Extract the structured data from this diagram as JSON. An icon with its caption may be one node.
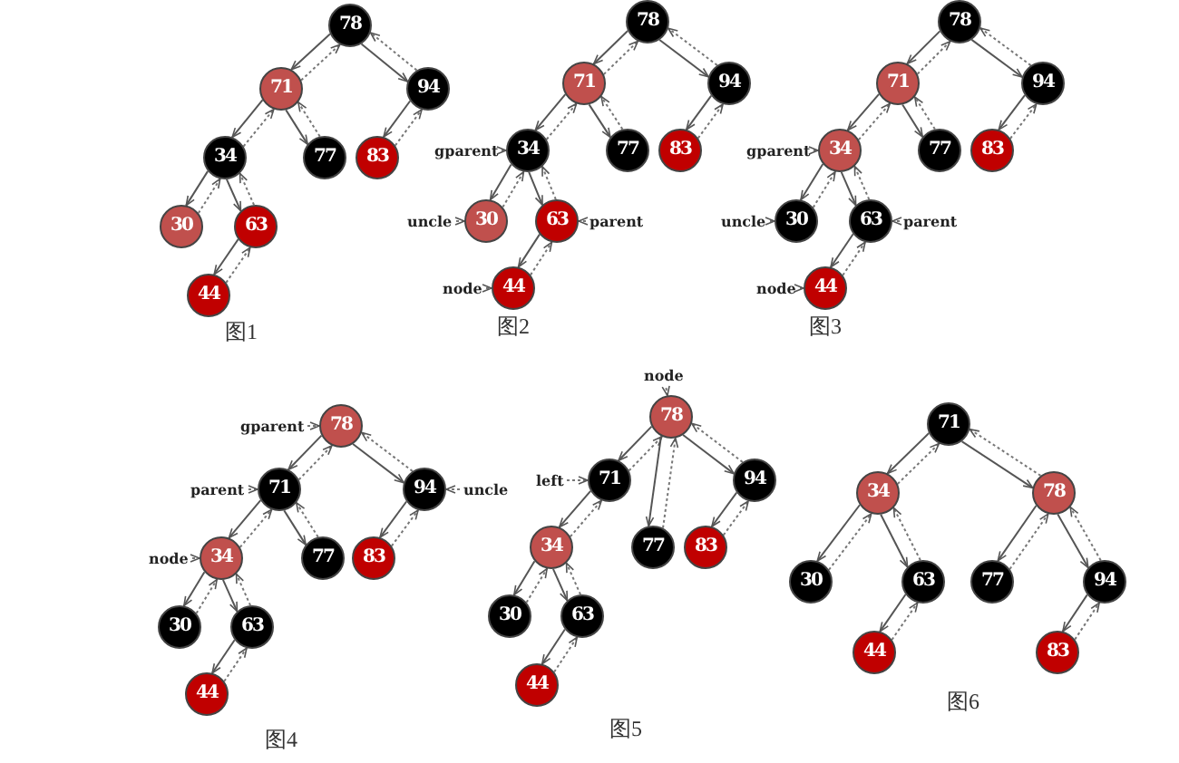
{
  "diagram": {
    "nodes": [
      {
        "text": [
          "78"
        ]
      },
      {
        "text": [
          "71"
        ]
      },
      {
        "text": [
          "94"
        ]
      },
      {
        "text": [
          "34"
        ]
      },
      {
        "text": [
          "77"
        ]
      },
      {
        "text": [
          "83"
        ]
      },
      {
        "text": [
          "30"
        ]
      },
      {
        "text": [
          "63"
        ]
      },
      {
        "text": [
          "44"
        ]
      },
      {
        "text": [
          "78"
        ]
      },
      {
        "text": [
          "71"
        ]
      },
      {
        "text": [
          "94"
        ]
      },
      {
        "text": [
          "34"
        ]
      },
      {
        "text": [
          "77"
        ]
      },
      {
        "text": [
          "83"
        ]
      },
      {
        "text": [
          "30"
        ]
      },
      {
        "text": [
          "63"
        ]
      },
      {
        "text": [
          "44"
        ]
      },
      {
        "text": [
          "gparent"
        ]
      },
      {
        "text": [
          "uncle"
        ]
      },
      {
        "text": [
          "parent"
        ]
      },
      {
        "text": [
          "node"
        ]
      },
      {
        "text": [
          "78"
        ]
      },
      {
        "text": [
          "71"
        ]
      },
      {
        "text": [
          "94"
        ]
      },
      {
        "text": [
          "34"
        ]
      },
      {
        "text": [
          "77"
        ]
      },
      {
        "text": [
          "83"
        ]
      },
      {
        "text": [
          "30"
        ]
      },
      {
        "text": [
          "63"
        ]
      },
      {
        "text": [
          "44"
        ]
      },
      {
        "text": [
          "gparent"
        ]
      },
      {
        "text": [
          "uncle"
        ]
      },
      {
        "text": [
          "parent"
        ]
      },
      {
        "text": [
          "node"
        ]
      },
      {
        "text": [
          "78"
        ]
      },
      {
        "text": [
          "71"
        ]
      },
      {
        "text": [
          "94"
        ]
      },
      {
        "text": [
          "34"
        ]
      },
      {
        "text": [
          "77"
        ]
      },
      {
        "text": [
          "83"
        ]
      },
      {
        "text": [
          "30"
        ]
      },
      {
        "text": [
          "63"
        ]
      },
      {
        "text": [
          "44"
        ]
      },
      {
        "text": [
          "gparent"
        ]
      },
      {
        "text": [
          "parent"
        ]
      },
      {
        "text": [
          "uncle"
        ]
      },
      {
        "text": [
          "node"
        ]
      },
      {
        "text": [
          "78"
        ]
      },
      {
        "text": [
          "71"
        ]
      },
      {
        "text": [
          "94"
        ]
      },
      {
        "text": [
          "34"
        ]
      },
      {
        "text": [
          "77"
        ]
      },
      {
        "text": [
          "83"
        ]
      },
      {
        "text": [
          "30"
        ]
      },
      {
        "text": [
          "63"
        ]
      },
      {
        "text": [
          "44"
        ]
      },
      {
        "text": [
          "node"
        ]
      },
      {
        "text": [
          "left"
        ]
      },
      {
        "text": [
          "71"
        ]
      },
      {
        "text": [
          "34"
        ]
      },
      {
        "text": [
          "78"
        ]
      },
      {
        "text": [
          "30"
        ]
      },
      {
        "text": [
          "63"
        ]
      },
      {
        "text": [
          "77"
        ]
      },
      {
        "text": [
          "94"
        ]
      },
      {
        "text": [
          "44"
        ]
      },
      {
        "text": [
          "83"
        ]
      }
    ],
    "edges": [
      {
        "from": 0,
        "to": 1,
        "arrow": "to"
      },
      {
        "from": 1,
        "to": 0,
        "arrow": "to",
        "style": "dashed"
      },
      {
        "from": 0,
        "to": 2,
        "arrow": "to"
      },
      {
        "from": 2,
        "to": 0,
        "arrow": "to",
        "style": "dashed"
      },
      {
        "from": 1,
        "to": 3,
        "arrow": "to"
      },
      {
        "from": 3,
        "to": 1,
        "arrow": "to",
        "style": "dashed"
      },
      {
        "from": 1,
        "to": 4,
        "arrow": "to"
      },
      {
        "from": 4,
        "to": 1,
        "arrow": "to",
        "style": "dashed"
      },
      {
        "from": 2,
        "to": 5,
        "arrow": "to"
      },
      {
        "from": 5,
        "to": 2,
        "arrow": "to",
        "style": "dashed"
      },
      {
        "from": 3,
        "to": 6,
        "arrow": "to"
      },
      {
        "from": 6,
        "to": 3,
        "arrow": "to",
        "style": "dashed"
      },
      {
        "from": 3,
        "to": 7,
        "arrow": "to"
      },
      {
        "from": 7,
        "to": 3,
        "arrow": "to",
        "style": "dashed"
      },
      {
        "from": 7,
        "to": 8,
        "arrow": "to"
      },
      {
        "from": 8,
        "to": 7,
        "arrow": "to",
        "style": "dashed"
      },
      {
        "from": 9,
        "to": 10,
        "arrow": "to"
      },
      {
        "from": 10,
        "to": 9,
        "arrow": "to",
        "style": "dashed"
      },
      {
        "from": 9,
        "to": 11,
        "arrow": "to"
      },
      {
        "from": 11,
        "to": 9,
        "arrow": "to",
        "style": "dashed"
      },
      {
        "from": 10,
        "to": 12,
        "arrow": "to"
      },
      {
        "from": 12,
        "to": 10,
        "arrow": "to",
        "style": "dashed"
      },
      {
        "from": 10,
        "to": 13,
        "arrow": "to"
      },
      {
        "from": 13,
        "to": 10,
        "arrow": "to",
        "style": "dashed"
      },
      {
        "from": 11,
        "to": 14,
        "arrow": "to"
      },
      {
        "from": 14,
        "to": 11,
        "arrow": "to",
        "style": "dashed"
      },
      {
        "from": 12,
        "to": 15,
        "arrow": "to"
      },
      {
        "from": 15,
        "to": 12,
        "arrow": "to",
        "style": "dashed"
      },
      {
        "from": 12,
        "to": 16,
        "arrow": "to"
      },
      {
        "from": 16,
        "to": 12,
        "arrow": "to",
        "style": "dashed"
      },
      {
        "from": 16,
        "to": 17,
        "arrow": "to"
      },
      {
        "from": 17,
        "to": 16,
        "arrow": "to",
        "style": "dashed"
      },
      {
        "from": 18,
        "to": 12,
        "arrow": "to",
        "style": "dashed"
      },
      {
        "from": 19,
        "to": 15,
        "arrow": "to",
        "style": "dashed"
      },
      {
        "from": 20,
        "to": 16,
        "arrow": "to",
        "style": "dashed"
      },
      {
        "from": 21,
        "to": 17,
        "arrow": "to",
        "style": "dashed"
      },
      {
        "from": 22,
        "to": 23,
        "arrow": "to"
      },
      {
        "from": 23,
        "to": 22,
        "arrow": "to",
        "style": "dashed"
      },
      {
        "from": 22,
        "to": 24,
        "arrow": "to"
      },
      {
        "from": 24,
        "to": 22,
        "arrow": "to",
        "style": "dashed"
      },
      {
        "from": 23,
        "to": 25,
        "arrow": "to"
      },
      {
        "from": 25,
        "to": 23,
        "arrow": "to",
        "style": "dashed"
      },
      {
        "from": 23,
        "to": 26,
        "arrow": "to"
      },
      {
        "from": 26,
        "to": 23,
        "arrow": "to",
        "style": "dashed"
      },
      {
        "from": 24,
        "to": 27,
        "arrow": "to"
      },
      {
        "from": 27,
        "to": 24,
        "arrow": "to",
        "style": "dashed"
      },
      {
        "from": 25,
        "to": 28,
        "arrow": "to"
      },
      {
        "from": 28,
        "to": 25,
        "arrow": "to",
        "style": "dashed"
      },
      {
        "from": 25,
        "to": 29,
        "arrow": "to"
      },
      {
        "from": 29,
        "to": 25,
        "arrow": "to",
        "style": "dashed"
      },
      {
        "from": 29,
        "to": 30,
        "arrow": "to"
      },
      {
        "from": 30,
        "to": 29,
        "arrow": "to",
        "style": "dashed"
      },
      {
        "from": 31,
        "to": 25,
        "arrow": "to",
        "style": "dashed"
      },
      {
        "from": 32,
        "to": 28,
        "arrow": "to",
        "style": "dashed"
      },
      {
        "from": 33,
        "to": 29,
        "arrow": "to",
        "style": "dashed"
      },
      {
        "from": 34,
        "to": 30,
        "arrow": "to",
        "style": "dashed"
      },
      {
        "from": 35,
        "to": 36,
        "arrow": "to"
      },
      {
        "from": 36,
        "to": 35,
        "arrow": "to",
        "style": "dashed"
      },
      {
        "from": 35,
        "to": 37,
        "arrow": "to"
      },
      {
        "from": 37,
        "to": 35,
        "arrow": "to",
        "style": "dashed"
      },
      {
        "from": 36,
        "to": 38,
        "arrow": "to"
      },
      {
        "from": 38,
        "to": 36,
        "arrow": "to",
        "style": "dashed"
      },
      {
        "from": 36,
        "to": 39,
        "arrow": "to"
      },
      {
        "from": 39,
        "to": 36,
        "arrow": "to",
        "style": "dashed"
      },
      {
        "from": 37,
        "to": 40,
        "arrow": "to"
      },
      {
        "from": 40,
        "to": 37,
        "arrow": "to",
        "style": "dashed"
      },
      {
        "from": 38,
        "to": 41,
        "arrow": "to"
      },
      {
        "from": 41,
        "to": 38,
        "arrow": "to",
        "style": "dashed"
      },
      {
        "from": 38,
        "to": 42,
        "arrow": "to"
      },
      {
        "from": 42,
        "to": 38,
        "arrow": "to",
        "style": "dashed"
      },
      {
        "from": 42,
        "to": 43,
        "arrow": "to"
      },
      {
        "from": 43,
        "to": 42,
        "arrow": "to",
        "style": "dashed"
      },
      {
        "from": 44,
        "to": 35,
        "arrow": "to",
        "style": "dashed"
      },
      {
        "from": 45,
        "to": 36,
        "arrow": "to",
        "style": "dashed"
      },
      {
        "from": 46,
        "to": 37,
        "arrow": "to",
        "style": "dashed"
      },
      {
        "from": 47,
        "to": 38,
        "arrow": "to",
        "style": "dashed"
      },
      {
        "from": 48,
        "to": 49,
        "arrow": "to"
      },
      {
        "from": 49,
        "to": 48,
        "arrow": "to",
        "style": "dashed"
      },
      {
        "from": 48,
        "to": 52,
        "arrow": "to"
      },
      {
        "from": 52,
        "to": 48,
        "arrow": "to",
        "style": "dashed"
      },
      {
        "from": 48,
        "to": 50,
        "arrow": "to"
      },
      {
        "from": 50,
        "to": 48,
        "arrow": "to",
        "style": "dashed"
      },
      {
        "from": 50,
        "to": 53,
        "arrow": "to"
      },
      {
        "from": 53,
        "to": 50,
        "arrow": "to",
        "style": "dashed"
      },
      {
        "from": 49,
        "to": 51,
        "arrow": "to"
      },
      {
        "from": 51,
        "to": 49,
        "arrow": "to",
        "style": "dashed"
      },
      {
        "from": 51,
        "to": 54,
        "arrow": "to"
      },
      {
        "from": 54,
        "to": 51,
        "arrow": "to",
        "style": "dashed"
      },
      {
        "from": 51,
        "to": 55,
        "arrow": "to"
      },
      {
        "from": 55,
        "to": 51,
        "arrow": "to",
        "style": "dashed"
      },
      {
        "from": 55,
        "to": 56,
        "arrow": "to"
      },
      {
        "from": 56,
        "to": 55,
        "arrow": "to",
        "style": "dashed"
      },
      {
        "from": 57,
        "to": 48,
        "arrow": "to",
        "style": "dashed"
      },
      {
        "from": 58,
        "to": 49,
        "arrow": "to",
        "style": "dashed"
      },
      {
        "from": 59,
        "to": 60,
        "arrow": "to"
      },
      {
        "from": 60,
        "to": 59,
        "arrow": "to",
        "style": "dashed"
      },
      {
        "from": 59,
        "to": 61,
        "arrow": "to"
      },
      {
        "from": 61,
        "to": 59,
        "arrow": "to",
        "style": "dashed"
      },
      {
        "from": 60,
        "to": 62,
        "arrow": "to"
      },
      {
        "from": 62,
        "to": 60,
        "arrow": "to",
        "style": "dashed"
      },
      {
        "from": 60,
        "to": 63,
        "arrow": "to"
      },
      {
        "from": 63,
        "to": 60,
        "arrow": "to",
        "style": "dashed"
      },
      {
        "from": 61,
        "to": 64,
        "arrow": "to"
      },
      {
        "from": 64,
        "to": 61,
        "arrow": "to",
        "style": "dashed"
      },
      {
        "from": 61,
        "to": 65,
        "arrow": "to"
      },
      {
        "from": 65,
        "to": 61,
        "arrow": "to",
        "style": "dashed"
      },
      {
        "from": 63,
        "to": 66,
        "arrow": "to"
      },
      {
        "from": 66,
        "to": 63,
        "arrow": "to",
        "style": "dashed"
      },
      {
        "from": 65,
        "to": 67,
        "arrow": "to"
      },
      {
        "from": 67,
        "to": 65,
        "arrow": "to",
        "style": "dashed"
      }
    ],
    "labels": [
      "图1",
      "图2",
      "图3",
      "图4",
      "图5",
      "图6"
    ]
  }
}
